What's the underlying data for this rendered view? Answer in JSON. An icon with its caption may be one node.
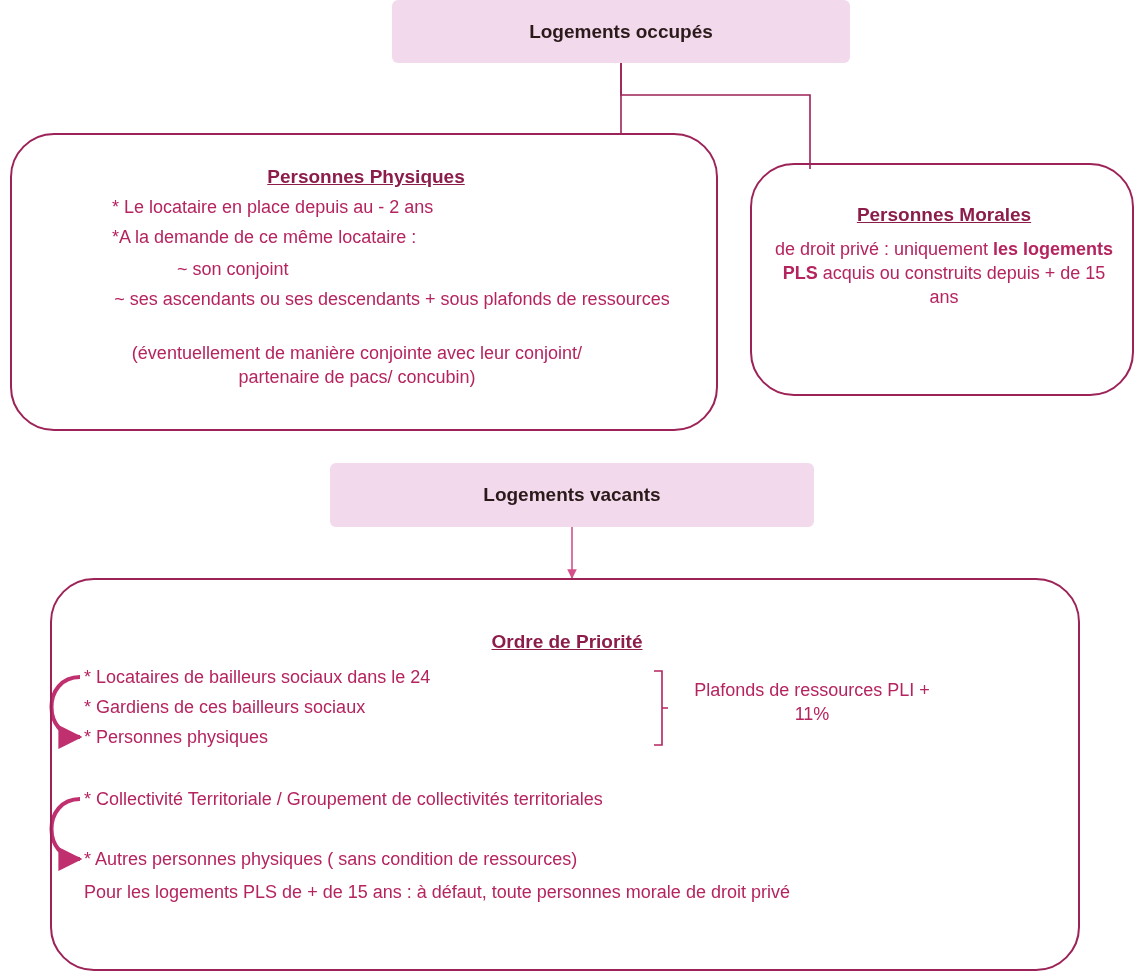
{
  "diagram": {
    "nodes": [
      {
        "text": [
          "Logements occupés"
        ]
      },
      {
        "text": [
          "Personnes Physiques",
          "* Le locataire en place depuis au - 2 ans",
          "*A la demande de ce même locataire :",
          "~ son conjoint",
          "~ ses ascendants ou ses descendants + sous plafonds de ressources",
          "(éventuellement de manière conjointe avec leur conjoint/ partenaire de pacs/ concubin)"
        ]
      },
      {
        "text": [
          "Personnes Morales",
          "de droit privé : uniquement **les logements PLS** acquis ou construits depuis + de 15 ans"
        ]
      },
      {
        "text": [
          "Logements vacants"
        ]
      },
      {
        "text": [
          "Ordre de Priorité",
          "Pour les logements PLS de + de 15 ans : à défaut, toute personnes morale de droit privé"
        ]
      },
      {
        "text": [
          "* Locataires de bailleurs sociaux dans le 24"
        ],
        "in": 4
      },
      {
        "text": [
          "* Gardiens de ces bailleurs sociaux"
        ],
        "in": 4
      },
      {
        "text": [
          "* Personnes physiques"
        ],
        "in": 4
      },
      {
        "text": [
          "Plafonds de ressources PLI + 11%"
        ],
        "in": 4
      },
      {
        "text": [
          "* Collectivité Territoriale / Groupement de collectivités territoriales"
        ],
        "in": 4
      },
      {
        "text": [
          "*  Autres personnes physiques ( sans condition de ressources)"
        ],
        "in": 4
      }
    ],
    "edges": [
      {
        "from": 0,
        "to": 1,
        "arrow": "none"
      },
      {
        "from": 0,
        "to": 2,
        "arrow": "none"
      },
      {
        "from": 3,
        "to": 4,
        "arrow": "to",
        "color": "#d4508a"
      },
      {
        "from": 5,
        "to": 7,
        "arrow": "to",
        "style": "thick",
        "color": "#c0306e"
      },
      {
        "from": 9,
        "to": 10,
        "arrow": "to",
        "style": "thick",
        "color": "#c0306e"
      }
    ]
  }
}
